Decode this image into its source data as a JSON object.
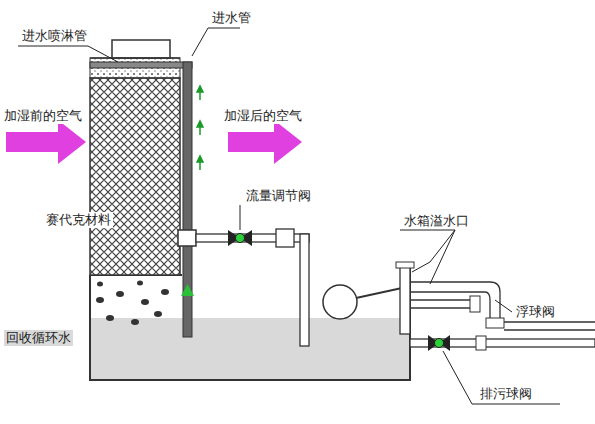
{
  "diagram": {
    "labels": [
      "进水喷淋管",
      "进水管",
      "加湿前的空气",
      "加湿后的空气",
      "流量调节阀",
      "赛代克材料",
      "水箱溢水口",
      "浮球阀",
      "回收循环水",
      "排污球阀"
    ]
  }
}
